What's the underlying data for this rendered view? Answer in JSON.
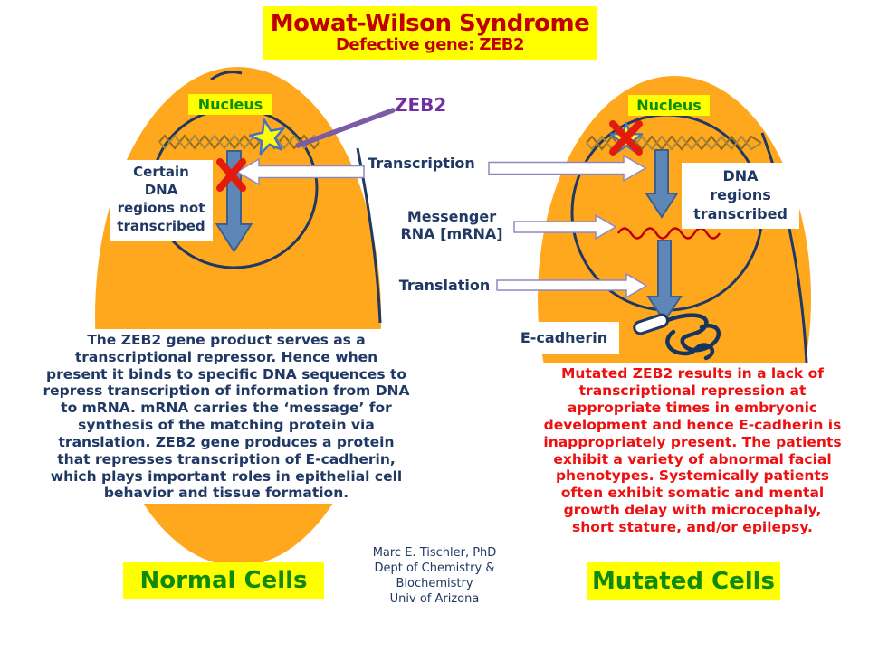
{
  "title": {
    "line1": "Mowat-Wilson Syndrome",
    "line2": "Defective gene: ZEB2"
  },
  "left_cell": {
    "nucleus_label": "Nucleus",
    "dna_note": "Certain\nDNA\nregions not\ntranscribed",
    "description": "The ZEB2 gene product serves as a\ntranscriptional repressor. Hence when\npresent it binds to specific DNA sequences to\nrepress transcription of information from DNA\nto mRNA. mRNA carries the ‘message’ for\nsynthesis of the matching protein via\ntranslation. ZEB2 gene produces a protein\nthat represses transcription of E-cadherin,\nwhich plays important roles in epithelial cell\nbehavior and tissue formation.",
    "footer_label": "Normal Cells"
  },
  "center": {
    "zeb2_label": "ZEB2",
    "transcription_label": "Transcription",
    "mrna_label": "Messenger\nRNA [mRNA]",
    "translation_label": "Translation",
    "ecadherin_label": "E-cadherin"
  },
  "right_cell": {
    "nucleus_label": "Nucleus",
    "dna_note": "DNA\nregions\ntranscribed",
    "description": "Mutated ZEB2 results in a lack of\ntranscriptional repression at\nappropriate times in embryonic\ndevelopment and hence E-cadherin is\ninappropriately present. The patients\nexhibit a variety of abnormal facial\nphenotypes. Systemically patients\noften exhibit somatic and mental\ngrowth delay with microcephaly,\nshort stature, and/or epilepsy.",
    "footer_label": "Mutated Cells"
  },
  "credit": "Marc E. Tischler, PhD\nDept of Chemistry &\nBiochemistry\nUniv of Arizona",
  "colors": {
    "cell_body": "#FFA81E",
    "nucleus_outline": "#1F3864",
    "highlight_yellow": "#FFFF00",
    "title_red": "#C00000",
    "body_navy": "#1F3864",
    "mutated_red": "#EE1010",
    "label_green": "#0E8A0E",
    "zeb2_purple": "#7030A0",
    "arrow_blue": "#5E87B8",
    "dna_gold": "#8A6D22",
    "blocked_x_red": "#E31B0C"
  }
}
